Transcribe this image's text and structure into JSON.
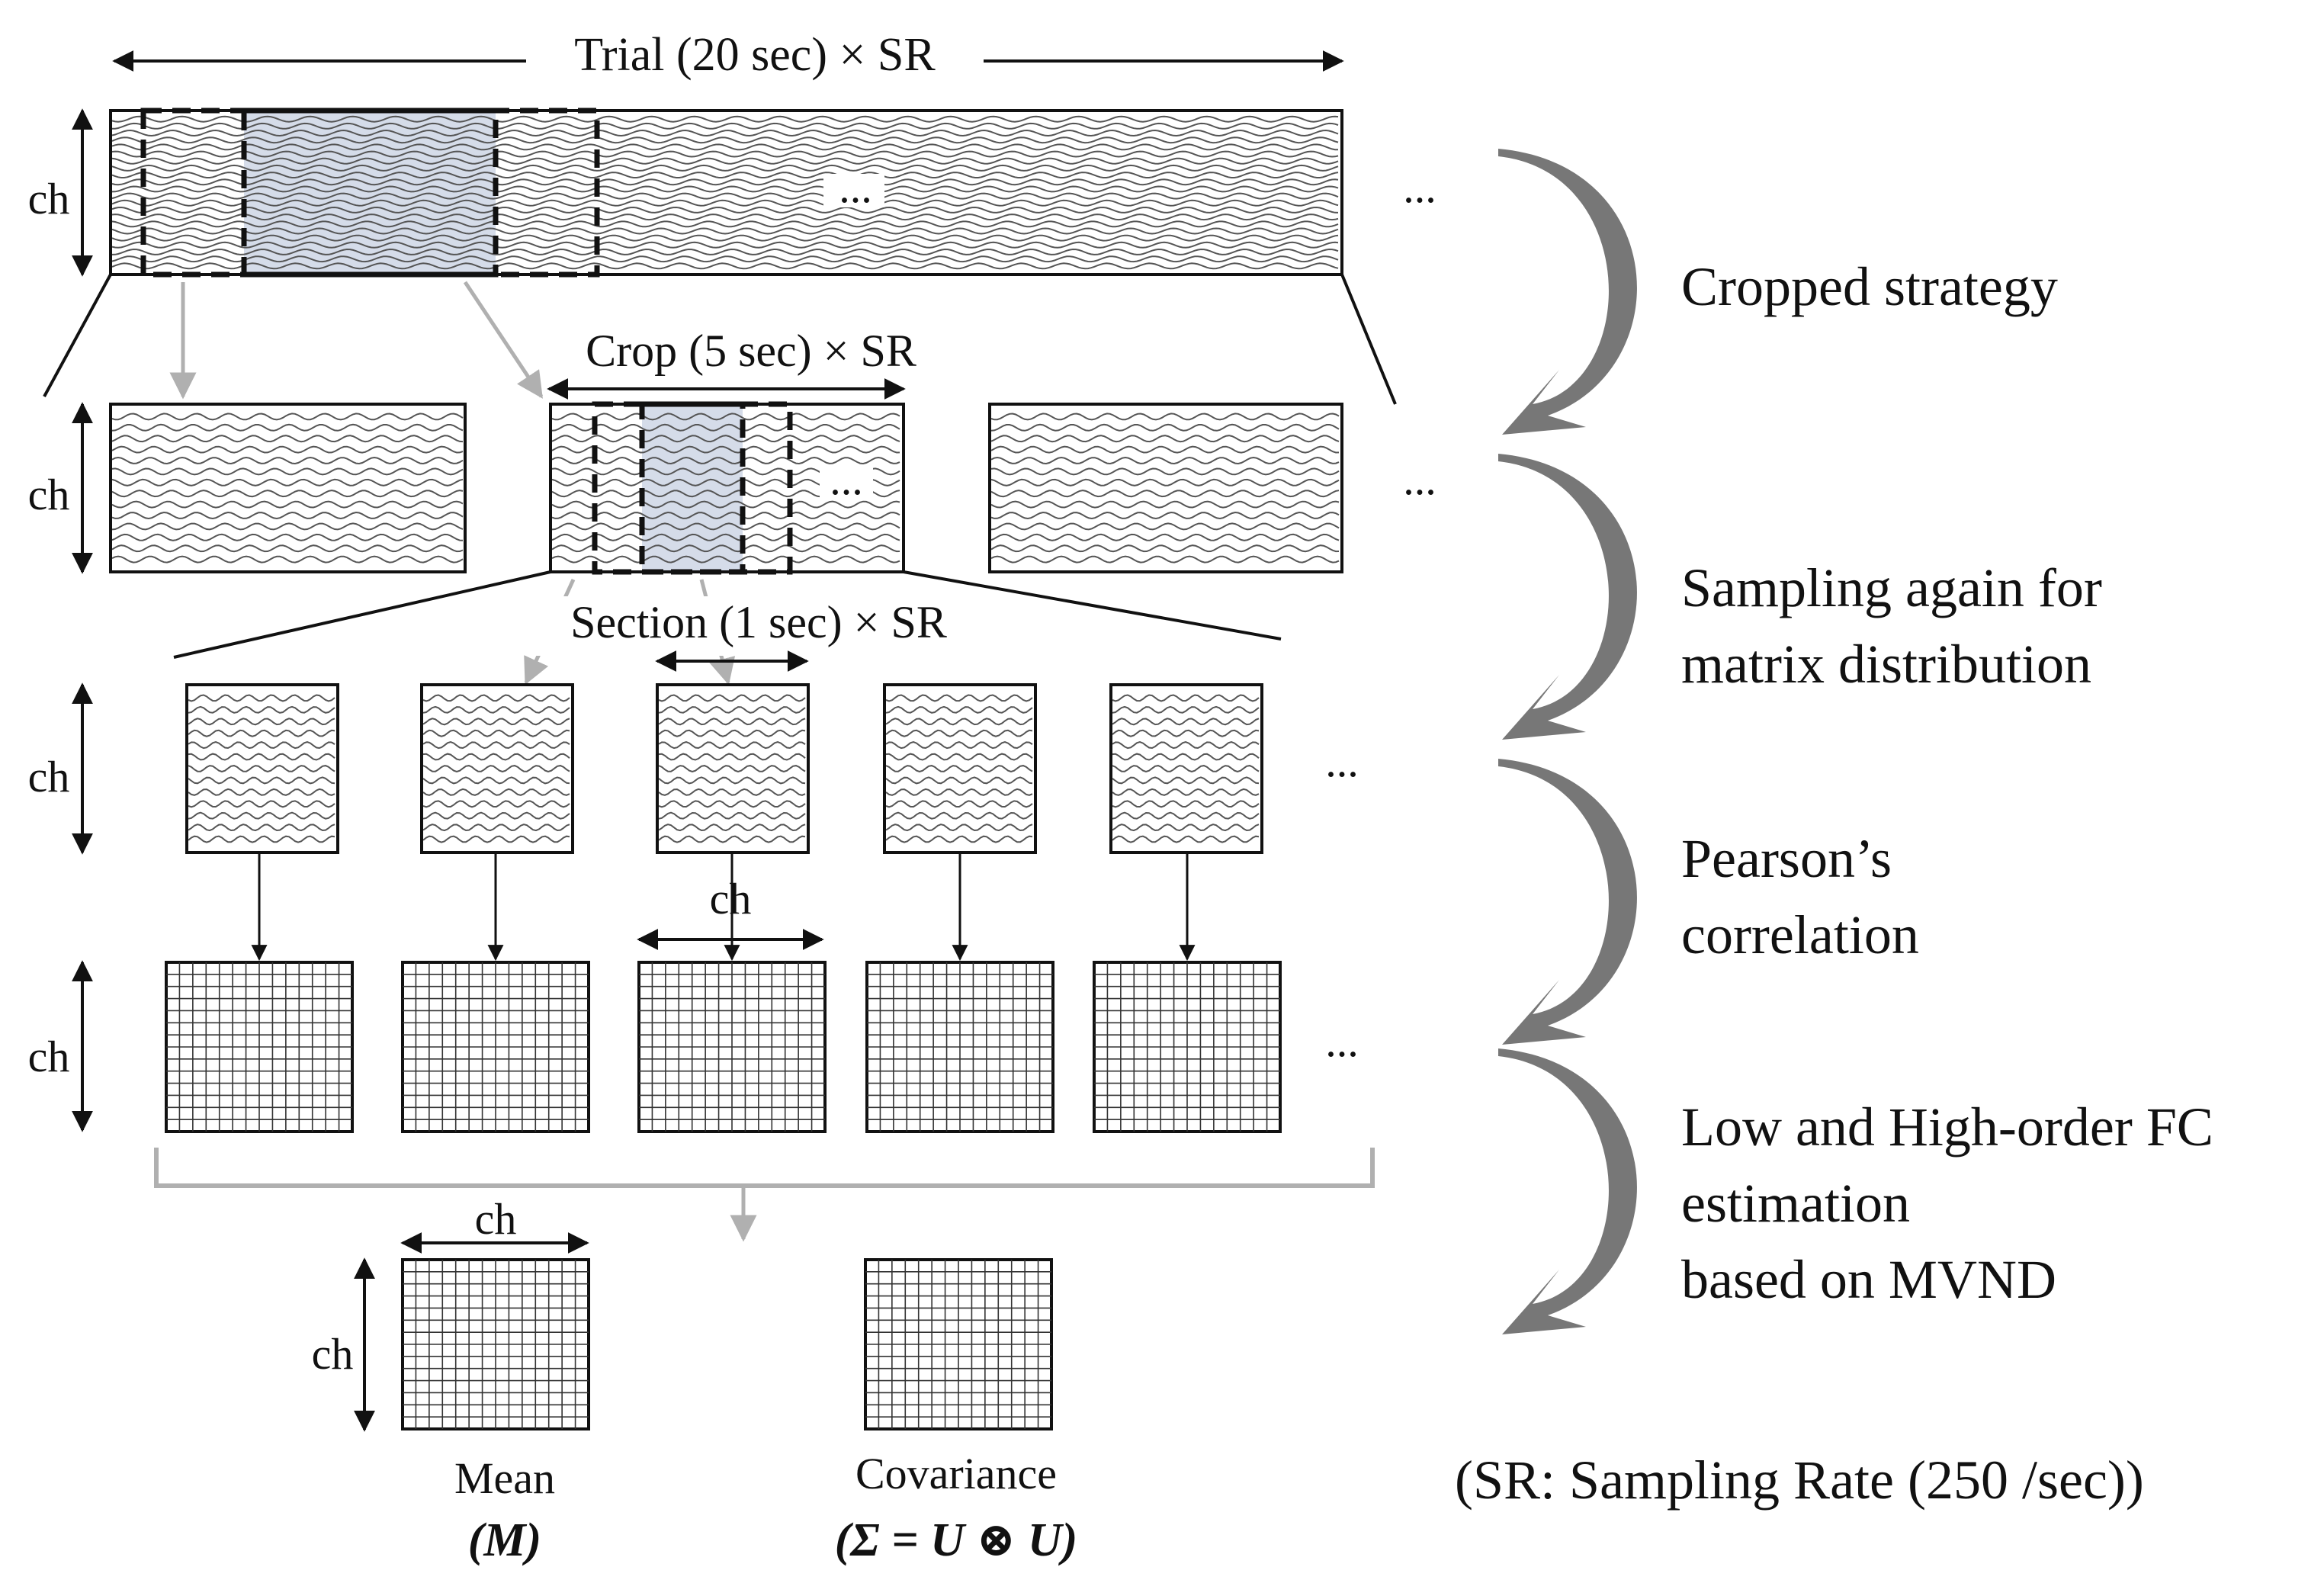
{
  "labels": {
    "trial": "Trial (20 sec) × SR",
    "crop": "Crop (5 sec) × SR",
    "section": "Section (1 sec) × SR",
    "ch": "ch",
    "ellipsis": "...",
    "mean": "Mean",
    "mean_symbol": "(M)",
    "covariance": "Covariance",
    "covariance_formula": "(Σ = U ⊗ U)"
  },
  "steps": [
    {
      "lines": [
        "Cropped strategy"
      ]
    },
    {
      "lines": [
        "Sampling again for",
        "matrix distribution"
      ]
    },
    {
      "lines": [
        "Pearson’s",
        "correlation"
      ]
    },
    {
      "lines": [
        "Low and High-order FC",
        "estimation",
        "based on MVND"
      ]
    }
  ],
  "footnote": "(SR: Sampling Rate (250 /sec))",
  "colors": {
    "highlight": "#d5dce9",
    "arrow_gray": "#777777",
    "connector_gray": "#b0b0b0",
    "ink": "#111111"
  }
}
